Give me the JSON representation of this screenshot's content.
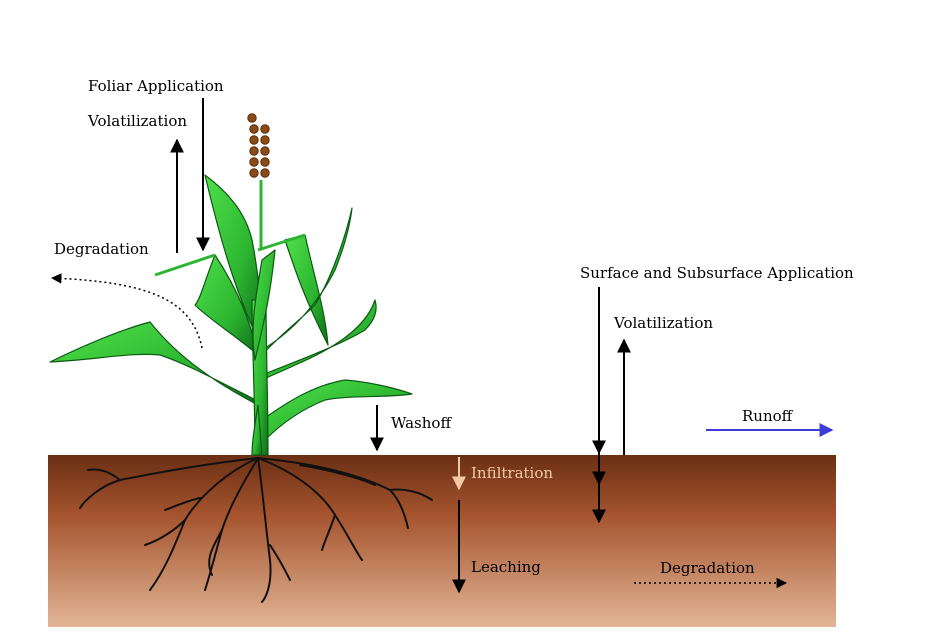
{
  "labels": {
    "foliar_application": "Foliar Application",
    "volatilization_plant": "Volatilization",
    "degradation_air": "Degradation",
    "washoff": "Washoff",
    "infiltration": "Infiltration",
    "leaching": "Leaching",
    "surface_application": "Surface and Subsurface Application",
    "volatilization_soil": "Volatilization",
    "runoff": "Runoff",
    "degradation_soil": "Degradation"
  },
  "colors": {
    "soil_top": "#6b2f14",
    "soil_bottom": "#e2b596",
    "leaf": "#37c23a",
    "leaf_dark": "#0c5a14",
    "tassel": "#8b4a16",
    "root": "#111111",
    "arrow": "#000000",
    "runoff_arrow": "#3b3bd6",
    "infiltration_arrow": "#f3c9a3"
  }
}
